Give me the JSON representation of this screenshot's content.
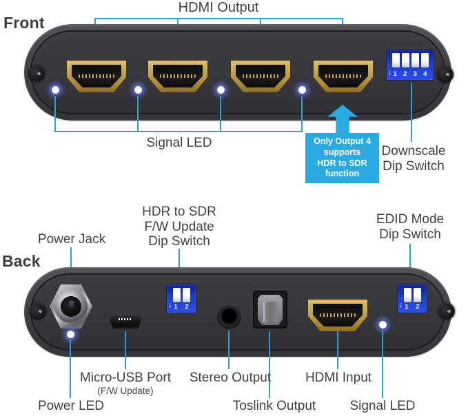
{
  "colors": {
    "annotation_blue": "#2aa0d8",
    "callout_blue": "#29abe2",
    "dip_switch_blue": "#1d3ed2",
    "label_text": "#3d4045",
    "hdmi_gold": "#c9a54e",
    "device_body": "#3c3c41"
  },
  "front": {
    "section_label": "Front",
    "title": "HDMI Output",
    "signal_led_label": "Signal LED",
    "callout_lines": [
      "Only Output 4",
      "supports",
      "HDR to SDR",
      "function"
    ],
    "downscale_lines": [
      "Downscale",
      "Dip Switch"
    ],
    "dip": {
      "arrow": "↓",
      "numbers": [
        "1",
        "2",
        "3",
        "4"
      ]
    }
  },
  "back": {
    "section_label": "Back",
    "power_jack_label": "Power Jack",
    "hdr_dip_lines": [
      "HDR to SDR",
      "F/W Update",
      "Dip Switch"
    ],
    "edid_dip_lines": [
      "EDID Mode",
      "Dip Switch"
    ],
    "dip": {
      "arrow": "↓",
      "numbers": [
        "1",
        "2"
      ]
    },
    "micro_usb_label": "Micro-USB Port",
    "micro_usb_sub": "(F/W Update)",
    "stereo_label": "Stereo Output",
    "hdmi_input_label": "HDMI Input",
    "power_led_label": "Power LED",
    "toslink_label": "Toslink Output",
    "signal_led_label": "Signal LED"
  }
}
